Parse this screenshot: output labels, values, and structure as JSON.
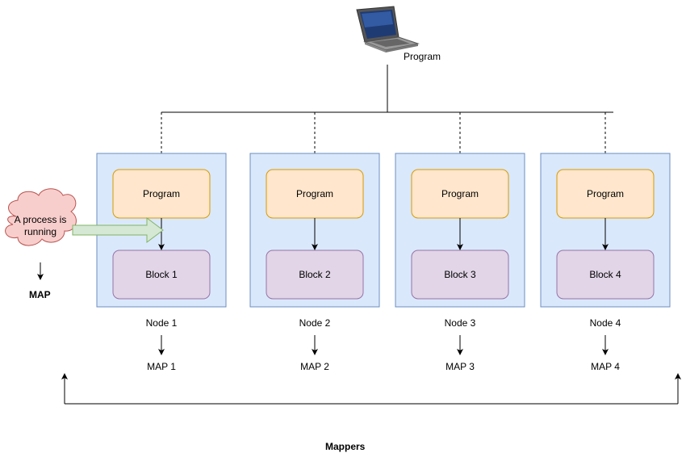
{
  "top": {
    "label": "Program",
    "icon": "laptop-icon"
  },
  "cloud": {
    "text": "A process is running",
    "below_label": "MAP"
  },
  "nodes": [
    {
      "program": "Program",
      "block": "Block 1",
      "name": "Node 1",
      "map": "MAP 1"
    },
    {
      "program": "Program",
      "block": "Block 2",
      "name": "Node 2",
      "map": "MAP 2"
    },
    {
      "program": "Program",
      "block": "Block 3",
      "name": "Node 3",
      "map": "MAP 3"
    },
    {
      "program": "Program",
      "block": "Block 4",
      "name": "Node 4",
      "map": "MAP 4"
    }
  ],
  "footer": {
    "label": "Mappers"
  },
  "colors": {
    "node_fill": "#dae8fc",
    "node_stroke": "#6c8ebf",
    "program_fill": "#ffe6cc",
    "program_stroke": "#d79b00",
    "block_fill": "#e1d5e7",
    "block_stroke": "#9673a6",
    "cloud_fill": "#f8cecc",
    "cloud_stroke": "#b85450",
    "arrow_fill": "#d5e8d4",
    "arrow_stroke": "#82b366"
  }
}
